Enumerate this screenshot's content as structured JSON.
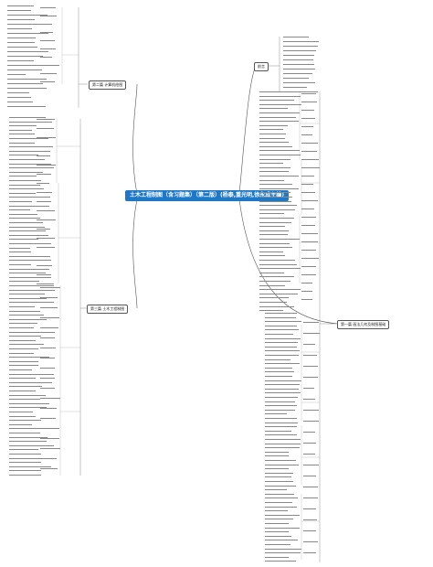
{
  "root": {
    "label": "土木工程制图（含习题集）（第二版）(杨泰,重光明,徐永成主编)"
  },
  "branches": {
    "preface": "前言",
    "ch2": "第二篇 计算机绘图",
    "ch3": "第三篇 土木工程制图",
    "ch1": "第一篇 画法几何及制图基础"
  },
  "colors": {
    "root": "#1e78c8",
    "line": "#555555"
  }
}
